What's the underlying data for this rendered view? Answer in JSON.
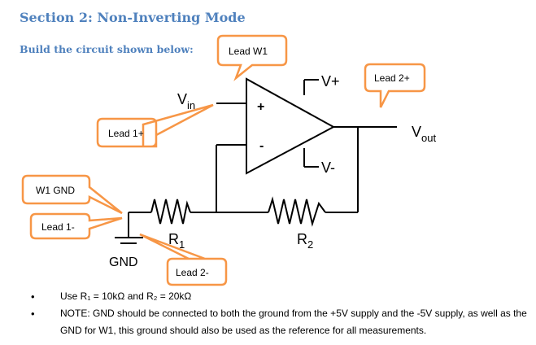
{
  "heading": "Section 2: Non-Inverting Mode",
  "subheading": "Build the circuit shown below:",
  "circuit": {
    "vin": {
      "main": "V",
      "sub": "in"
    },
    "vout": {
      "main": "V",
      "sub": "out"
    },
    "vplus": "V+",
    "vminus": "V-",
    "plus_sign": "+",
    "minus_sign": "-",
    "r1": {
      "main": "R",
      "sub": "1"
    },
    "r2": {
      "main": "R",
      "sub": "2"
    },
    "gnd": "GND"
  },
  "callouts": {
    "lead_w1": "Lead W1",
    "lead_2plus": "Lead 2+",
    "lead_1plus": "Lead 1+",
    "w1_gnd": "W1 GND",
    "lead_1minus": "Lead 1-",
    "lead_2minus": "Lead 2-"
  },
  "callout_color": "#f79646",
  "heading_color": "#4f81bd",
  "notes": [
    "Use R₁ = 10kΩ and R₂ = 20kΩ",
    "NOTE: GND should be connected to both the ground from the +5V supply and the -5V supply, as well as the GND for W1, this ground should also be used as the reference for all measurements."
  ]
}
